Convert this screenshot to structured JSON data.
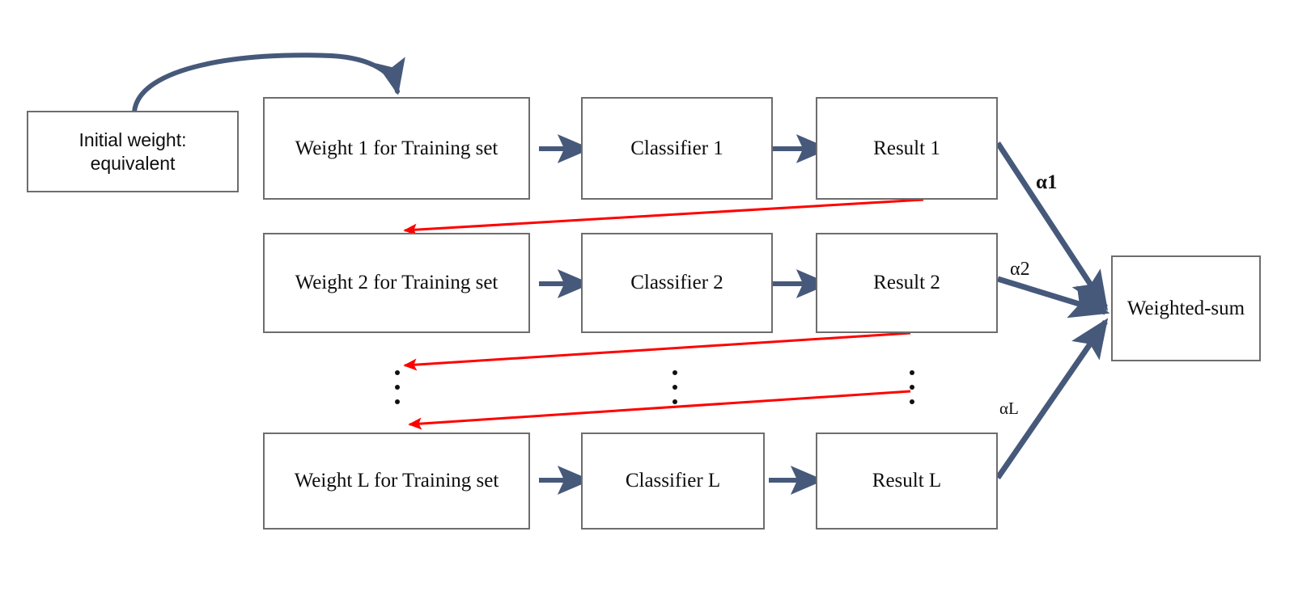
{
  "diagram": {
    "title": "Boosting ensemble (AdaBoost) flow diagram",
    "colors": {
      "arrow_blue": "#46597a",
      "arrow_red": "#fe0000",
      "box_border": "#6d6d6d",
      "text": "#0d0d0d",
      "background": "#ffffff"
    },
    "nodes": [
      {
        "id": "initial-weight",
        "label": "Initial weight:\nequivalent",
        "line1": "Initial weight:",
        "line2": "equivalent"
      },
      {
        "id": "weight-1",
        "label": "Weight 1 for Training set"
      },
      {
        "id": "classifier-1",
        "label": "Classifier 1"
      },
      {
        "id": "result-1",
        "label": "Result 1"
      },
      {
        "id": "weight-2",
        "label": "Weight 2 for Training set"
      },
      {
        "id": "classifier-2",
        "label": "Classifier 2"
      },
      {
        "id": "result-2",
        "label": "Result 2"
      },
      {
        "id": "weight-l",
        "label": "Weight L for Training set"
      },
      {
        "id": "classifier-l",
        "label": "Classifier L"
      },
      {
        "id": "result-l",
        "label": "Result L"
      },
      {
        "id": "weighted-sum",
        "label": "Weighted-sum"
      }
    ],
    "edge_labels": [
      {
        "id": "alpha-1",
        "label": "α1"
      },
      {
        "id": "alpha-2",
        "label": "α2"
      },
      {
        "id": "alpha-l",
        "label": "αL"
      }
    ],
    "ellipses": [
      {
        "id": "ellipsis-weight-column",
        "label": "⋮"
      },
      {
        "id": "ellipsis-classifier-column",
        "label": "⋮"
      },
      {
        "id": "ellipsis-result-column",
        "label": "⋮"
      }
    ]
  },
  "chart_data": {
    "type": "diagram",
    "title": "Boosting ensemble (AdaBoost) flow diagram",
    "nodes": [
      "Initial weight: equivalent",
      "Weight 1 for Training set",
      "Classifier 1",
      "Result 1",
      "Weight 2 for Training set",
      "Classifier 2",
      "Result 2",
      "Weight L for Training set",
      "Classifier L",
      "Result L",
      "Weighted-sum"
    ],
    "edges": [
      {
        "from": "Initial weight: equivalent",
        "to": "Weight 1 for Training set",
        "style": "curved",
        "color": "#46597a",
        "label": ""
      },
      {
        "from": "Weight 1 for Training set",
        "to": "Classifier 1",
        "style": "straight",
        "color": "#46597a",
        "label": ""
      },
      {
        "from": "Classifier 1",
        "to": "Result 1",
        "style": "straight",
        "color": "#46597a",
        "label": ""
      },
      {
        "from": "Weight 2 for Training set",
        "to": "Classifier 2",
        "style": "straight",
        "color": "#46597a",
        "label": ""
      },
      {
        "from": "Classifier 2",
        "to": "Result 2",
        "style": "straight",
        "color": "#46597a",
        "label": ""
      },
      {
        "from": "Weight L for Training set",
        "to": "Classifier L",
        "style": "straight",
        "color": "#46597a",
        "label": ""
      },
      {
        "from": "Classifier L",
        "to": "Result L",
        "style": "straight",
        "color": "#46597a",
        "label": ""
      },
      {
        "from": "Result 1",
        "to": "Weight 2 for Training set",
        "style": "feedback",
        "color": "#fe0000",
        "label": ""
      },
      {
        "from": "Result 2",
        "to": "ellipsis",
        "style": "feedback",
        "color": "#fe0000",
        "label": ""
      },
      {
        "from": "ellipsis",
        "to": "Weight L for Training set",
        "style": "feedback",
        "color": "#fe0000",
        "label": ""
      },
      {
        "from": "Result 1",
        "to": "Weighted-sum",
        "style": "straight",
        "color": "#46597a",
        "label": "α1"
      },
      {
        "from": "Result 2",
        "to": "Weighted-sum",
        "style": "straight",
        "color": "#46597a",
        "label": "α2"
      },
      {
        "from": "Result L",
        "to": "Weighted-sum",
        "style": "straight",
        "color": "#46597a",
        "label": "αL"
      }
    ]
  }
}
